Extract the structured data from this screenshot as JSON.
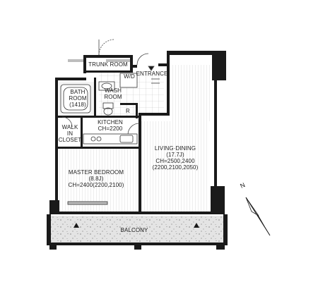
{
  "rooms": {
    "trunk_room": "TRUNK ROOM",
    "wd": "W/D",
    "entrance": "ENTRANCE",
    "bath_line1": "BATH",
    "bath_line2": "ROOM",
    "bath_line3": "(1418)",
    "wash_line1": "WASH",
    "wash_line2": "ROOM",
    "refrigerator": "R",
    "kitchen_line1": "KITCHEN",
    "kitchen_line2": "CH=2200",
    "walkin_line1": "WALK",
    "walkin_line2": "IN",
    "walkin_line3": "CLOSET",
    "living_line1": "LIVING·DINING",
    "living_line2": "(17.7J)",
    "living_line3": "CH=2500,2400",
    "living_line4": "(2200,2100,2050)",
    "master_line1": "MASTER BEDROOM",
    "master_line2": "(8.8J)",
    "master_line3": "CH=2400(2200,2100)",
    "balcony": "BALCONY"
  },
  "compass": {
    "label": "N"
  },
  "colors": {
    "wall": "#1a1a1a",
    "balcony_fill": "#d9d9d9",
    "floor_hatch": "#bdbdbd"
  }
}
